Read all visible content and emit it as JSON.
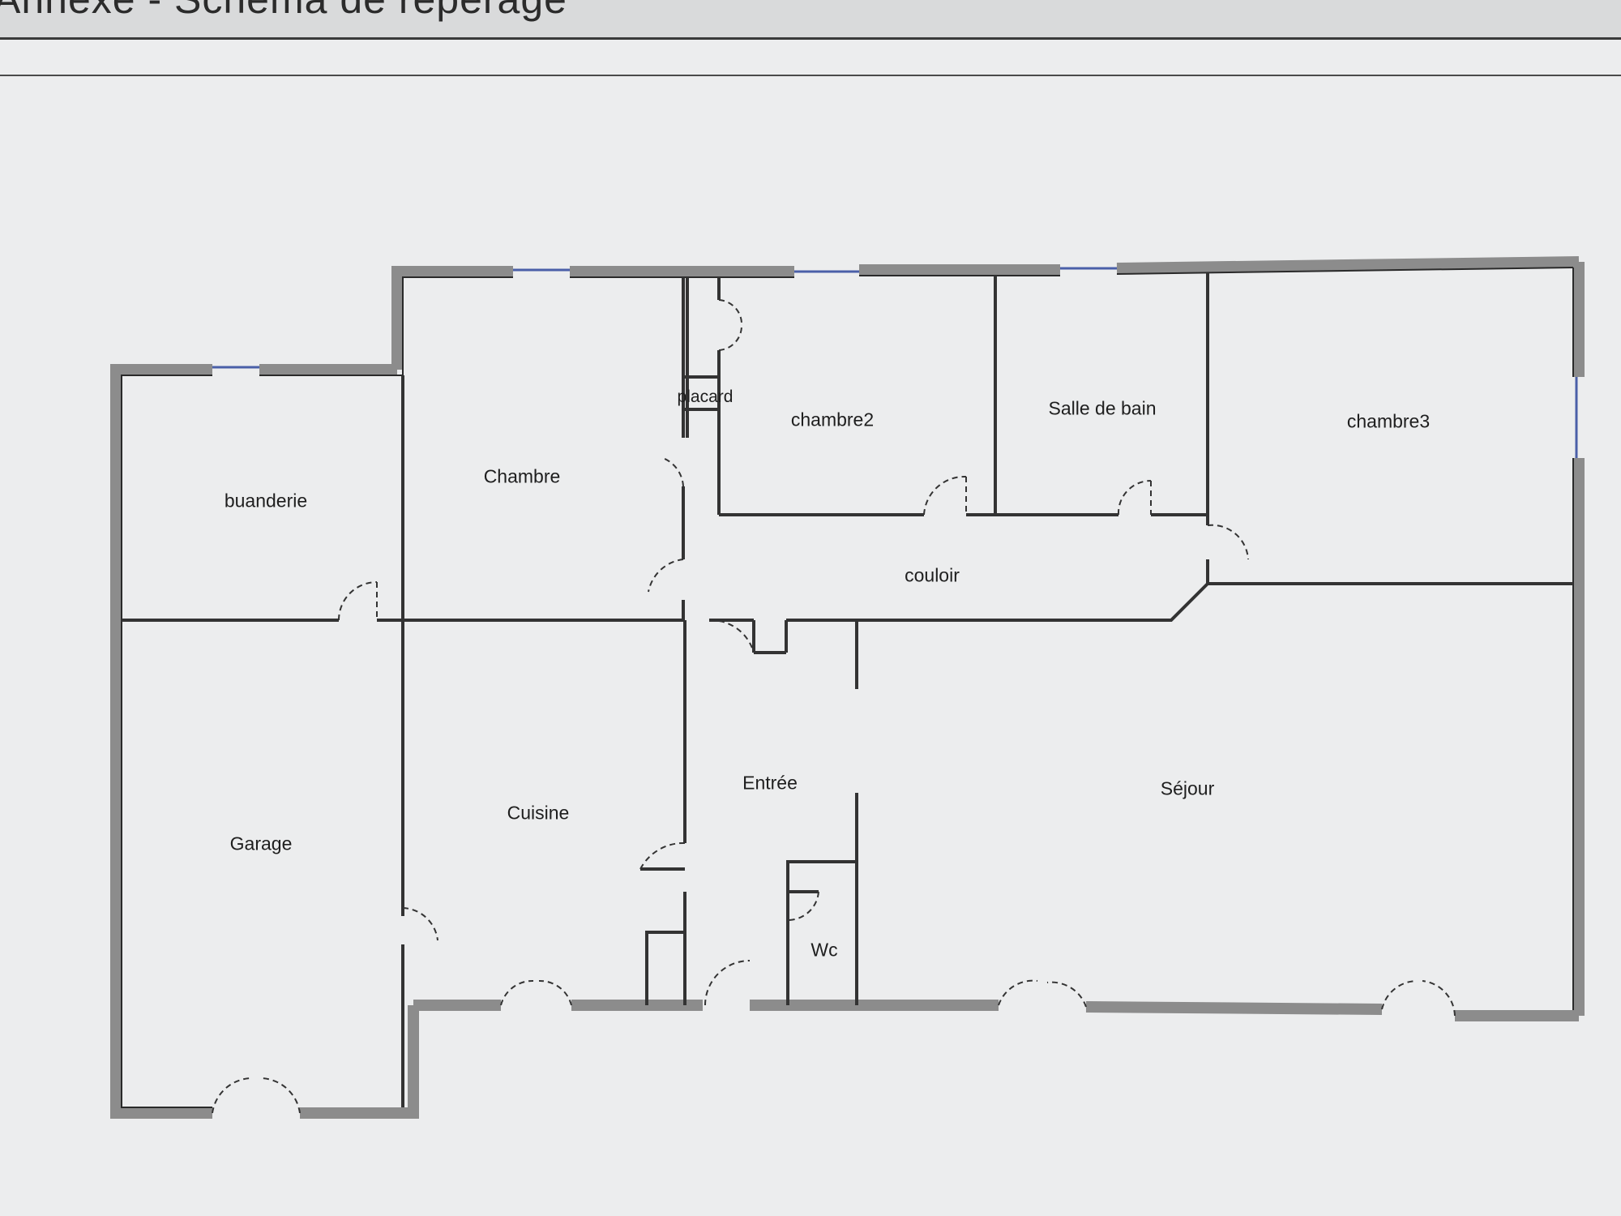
{
  "header": {
    "title": "Annexe - Schéma de repérage"
  },
  "colors": {
    "wall": "#8c8c8c",
    "wall_edge": "#2a2a2a",
    "window": "#4a5fa8",
    "line": "#333333"
  },
  "rooms": [
    {
      "id": "buanderie",
      "label": "buanderie"
    },
    {
      "id": "chambre",
      "label": "Chambre"
    },
    {
      "id": "placard",
      "label": "placard"
    },
    {
      "id": "chambre2",
      "label": "chambre2"
    },
    {
      "id": "salle-de-bain",
      "label": "Salle de bain"
    },
    {
      "id": "chambre3",
      "label": "chambre3"
    },
    {
      "id": "couloir",
      "label": "couloir"
    },
    {
      "id": "entree",
      "label": "Entrée"
    },
    {
      "id": "sejour",
      "label": "Séjour"
    },
    {
      "id": "cuisine",
      "label": "Cuisine"
    },
    {
      "id": "garage",
      "label": "Garage"
    },
    {
      "id": "wc",
      "label": "Wc"
    }
  ]
}
